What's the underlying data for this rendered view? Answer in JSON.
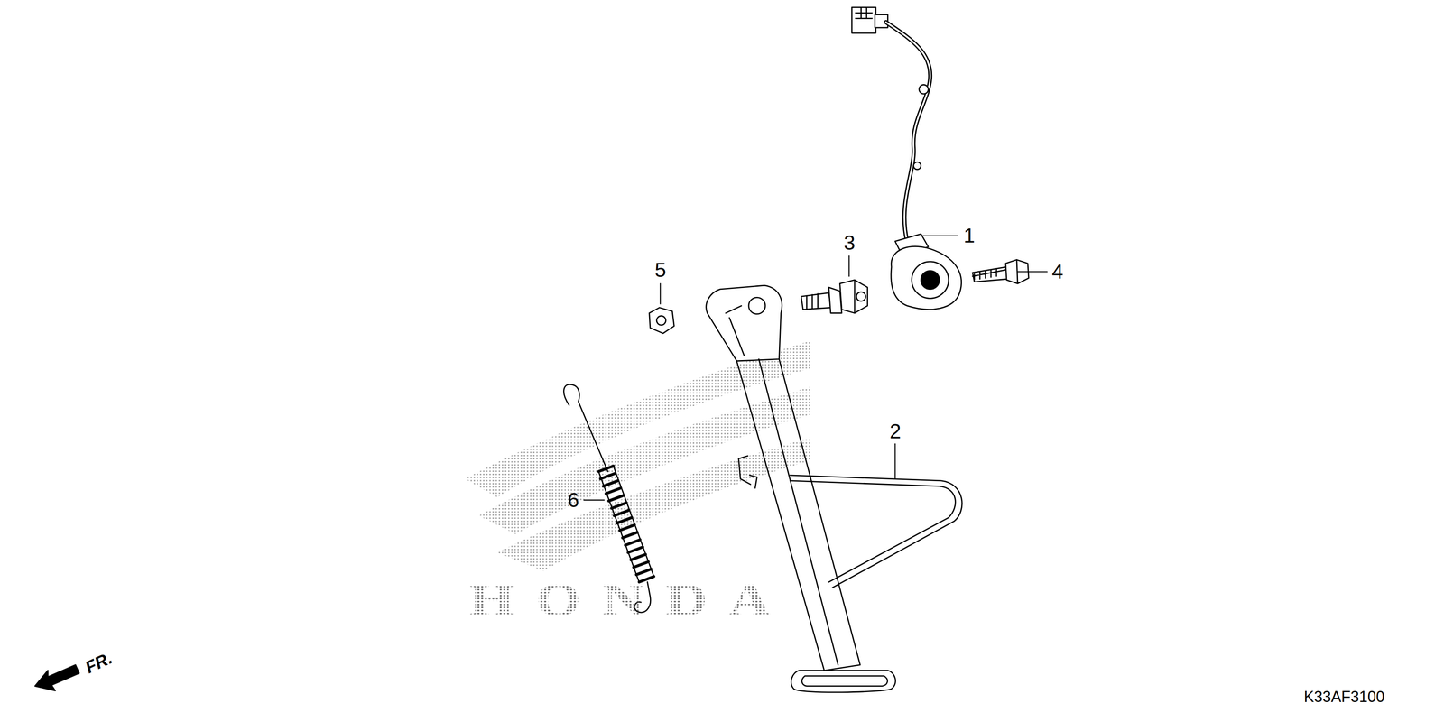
{
  "diagram": {
    "labels": [
      "1",
      "3",
      "5",
      "4",
      "2",
      "6",
      "HONDA",
      "FR.",
      "K33AF3100"
    ]
  }
}
